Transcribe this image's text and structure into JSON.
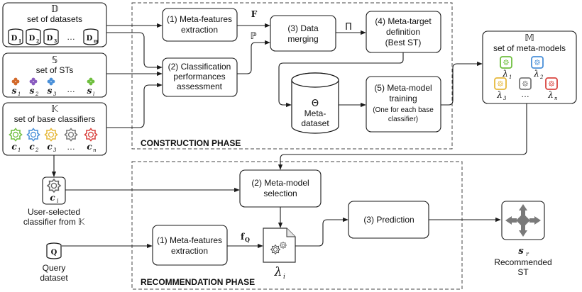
{
  "datasets": {
    "symbol": "𝔻",
    "title": "set of datasets",
    "items": [
      "D",
      "D",
      "D",
      "…",
      "D"
    ],
    "subs": [
      "1",
      "2",
      "3",
      "",
      "m"
    ]
  },
  "sts": {
    "symbol": "𝕊",
    "title": "set of STs",
    "items": [
      "s",
      "s",
      "s",
      "…",
      "s"
    ],
    "subs": [
      "1",
      "2",
      "3",
      "",
      "l"
    ]
  },
  "classifiers": {
    "symbol": "𝕂",
    "title": "set of base classifiers",
    "items": [
      "c",
      "c",
      "c",
      "…",
      "c"
    ],
    "subs": [
      "1",
      "2",
      "3",
      "",
      "n"
    ]
  },
  "construction": {
    "label": "CONSTRUCTION PHASE",
    "step1": [
      "(1) Meta-features",
      "extraction"
    ],
    "step2": [
      "(2) Classification",
      "performances",
      "assessment"
    ],
    "step3": [
      "(3) Data",
      "merging"
    ],
    "step4": [
      "(4) Meta-target",
      "definition",
      "(Best ST)"
    ],
    "step5": [
      "(5) Meta-model",
      "training"
    ],
    "step5_note": [
      "(One for each base",
      "classifier)"
    ],
    "meta_dataset_symbol": "Θ",
    "meta_dataset_label": [
      "Meta-",
      "dataset"
    ],
    "F": "F",
    "P": "ℙ",
    "Pi": "Π"
  },
  "metamodels": {
    "symbol": "𝕄",
    "title": "set of meta-models",
    "items": [
      "λ",
      "λ",
      "λ",
      "…",
      "λ"
    ],
    "subs": [
      "1",
      "2",
      "3",
      "",
      "n"
    ]
  },
  "user": {
    "symbol": "c",
    "sub": "i",
    "label": [
      "User-selected",
      "classifier from 𝕂"
    ]
  },
  "query": {
    "symbol": "Q",
    "label": [
      "Query",
      "dataset"
    ]
  },
  "recommendation": {
    "label": "RECOMMENDATION PHASE",
    "step1": [
      "(1) Meta-features",
      "extraction"
    ],
    "step2": [
      "(2) Meta-model",
      "selection"
    ],
    "step3": "(3) Prediction",
    "fQ": "f",
    "fQ_sub": "Q",
    "lambda": "λ",
    "lambda_sub": "i"
  },
  "result": {
    "symbol": "s",
    "sub": "r",
    "label": [
      "Recommended",
      "ST"
    ]
  },
  "colors": {
    "green": "#6fbf3f",
    "blue": "#4a90d9",
    "yellow": "#e6b83a",
    "gray": "#777777",
    "red": "#d9443f",
    "purple": "#8a5cc0",
    "lightblue": "#a9c8e0",
    "orange": "#d2692a"
  }
}
